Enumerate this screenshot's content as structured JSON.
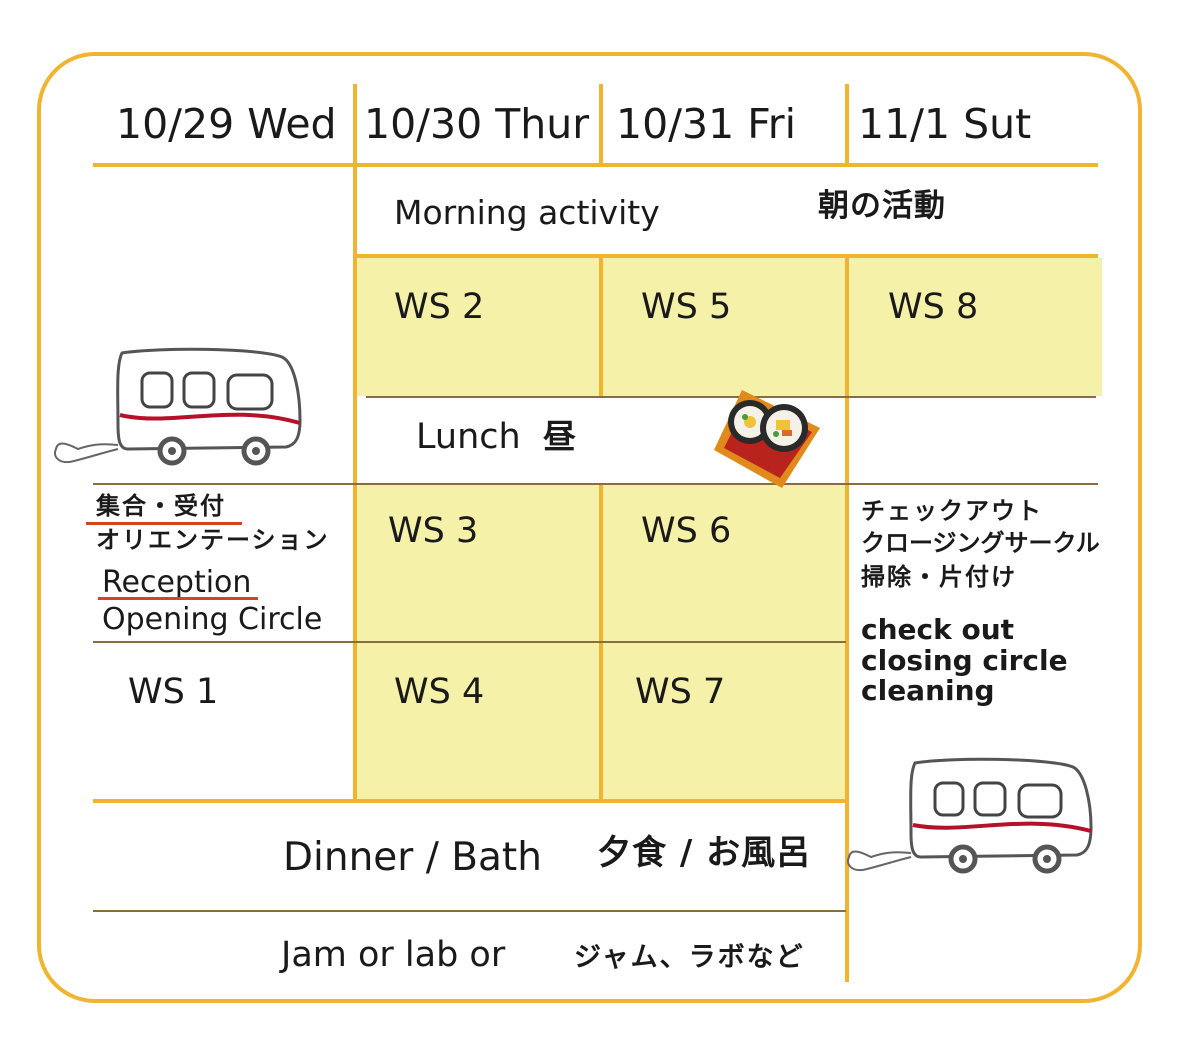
{
  "days": [
    "10/29 Wed",
    "10/30 Thur",
    "10/31 Fri",
    "11/1 Sut"
  ],
  "morning": {
    "en": "Morning activity",
    "jp": "朝の活動"
  },
  "workshops": {
    "ws1": "WS 1",
    "ws2": "WS 2",
    "ws3": "WS 3",
    "ws4": "WS 4",
    "ws5": "WS 5",
    "ws6": "WS 6",
    "ws7": "WS 7",
    "ws8": "WS 8"
  },
  "lunch": {
    "en": "Lunch",
    "jp": "昼"
  },
  "day1": {
    "jp_line1": "集合・受付",
    "jp_line2": "オリエンテーション",
    "en_line1": "Reception",
    "en_line2": "Opening Circle"
  },
  "day4": {
    "jp_line1": "チェックアウト",
    "jp_line2": "クロージングサークル",
    "jp_line3": "掃除・片付け",
    "en_line1": "check out",
    "en_line2": "closing circle",
    "en_line3": "cleaning"
  },
  "dinner": {
    "en": "Dinner / Bath",
    "jp": "夕食 / お風呂"
  },
  "jam": {
    "en": "Jam or lab or",
    "jp": "ジャム、ラボなど"
  },
  "colors": {
    "frame": "#f0b431",
    "highlight": "#f5f1a9",
    "bus_stripe": "#b5122a",
    "underline": "#d2461f"
  },
  "icons": [
    "bus-icon",
    "bus-icon",
    "sushi-roll-icon"
  ]
}
